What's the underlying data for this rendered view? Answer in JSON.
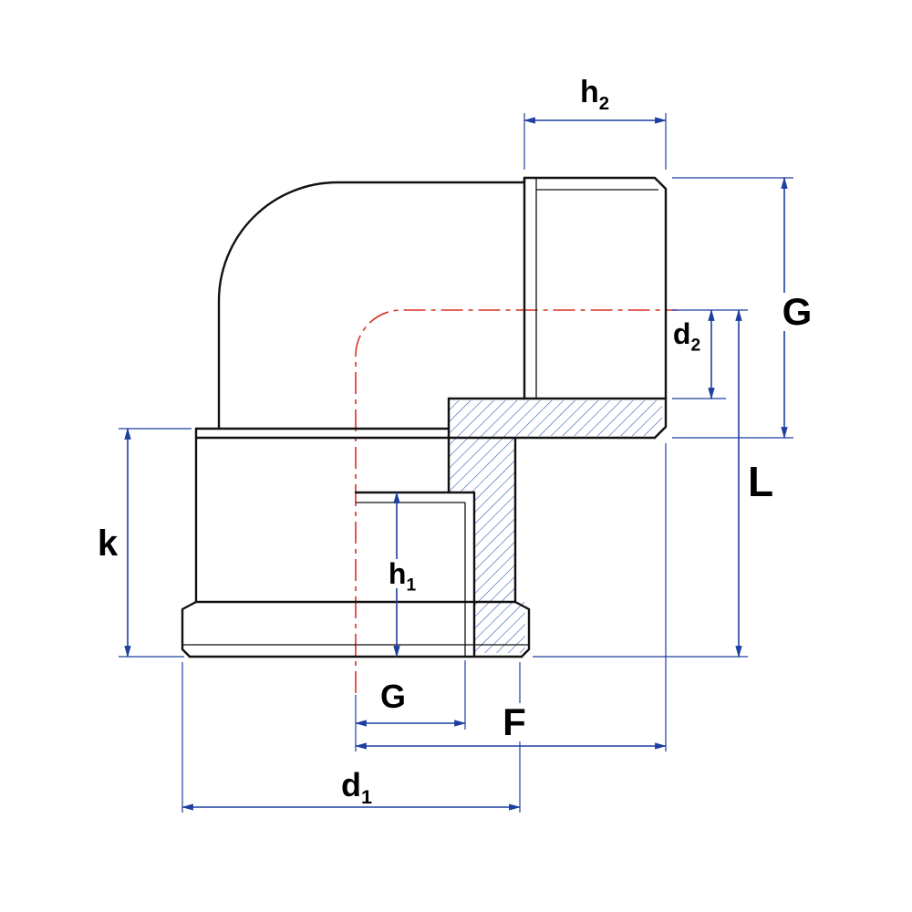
{
  "drawing": {
    "kind": "90-degree elbow pipe fitting, half-section technical drawing",
    "colors": {
      "outline": "#111111",
      "dimension": "#1d3fa0",
      "centerline": "#d93025",
      "hatch": "#2a4ab0",
      "background": "#ffffff"
    }
  },
  "dimensions": {
    "h2": {
      "base": "h",
      "sub": "2"
    },
    "g_right": {
      "base": "G",
      "sub": ""
    },
    "d2": {
      "base": "d",
      "sub": "2"
    },
    "l": {
      "base": "L",
      "sub": ""
    },
    "k": {
      "base": "k",
      "sub": ""
    },
    "h1": {
      "base": "h",
      "sub": "1"
    },
    "g_bottom": {
      "base": "G",
      "sub": ""
    },
    "f": {
      "base": "F",
      "sub": ""
    },
    "d1": {
      "base": "d",
      "sub": "1"
    }
  }
}
